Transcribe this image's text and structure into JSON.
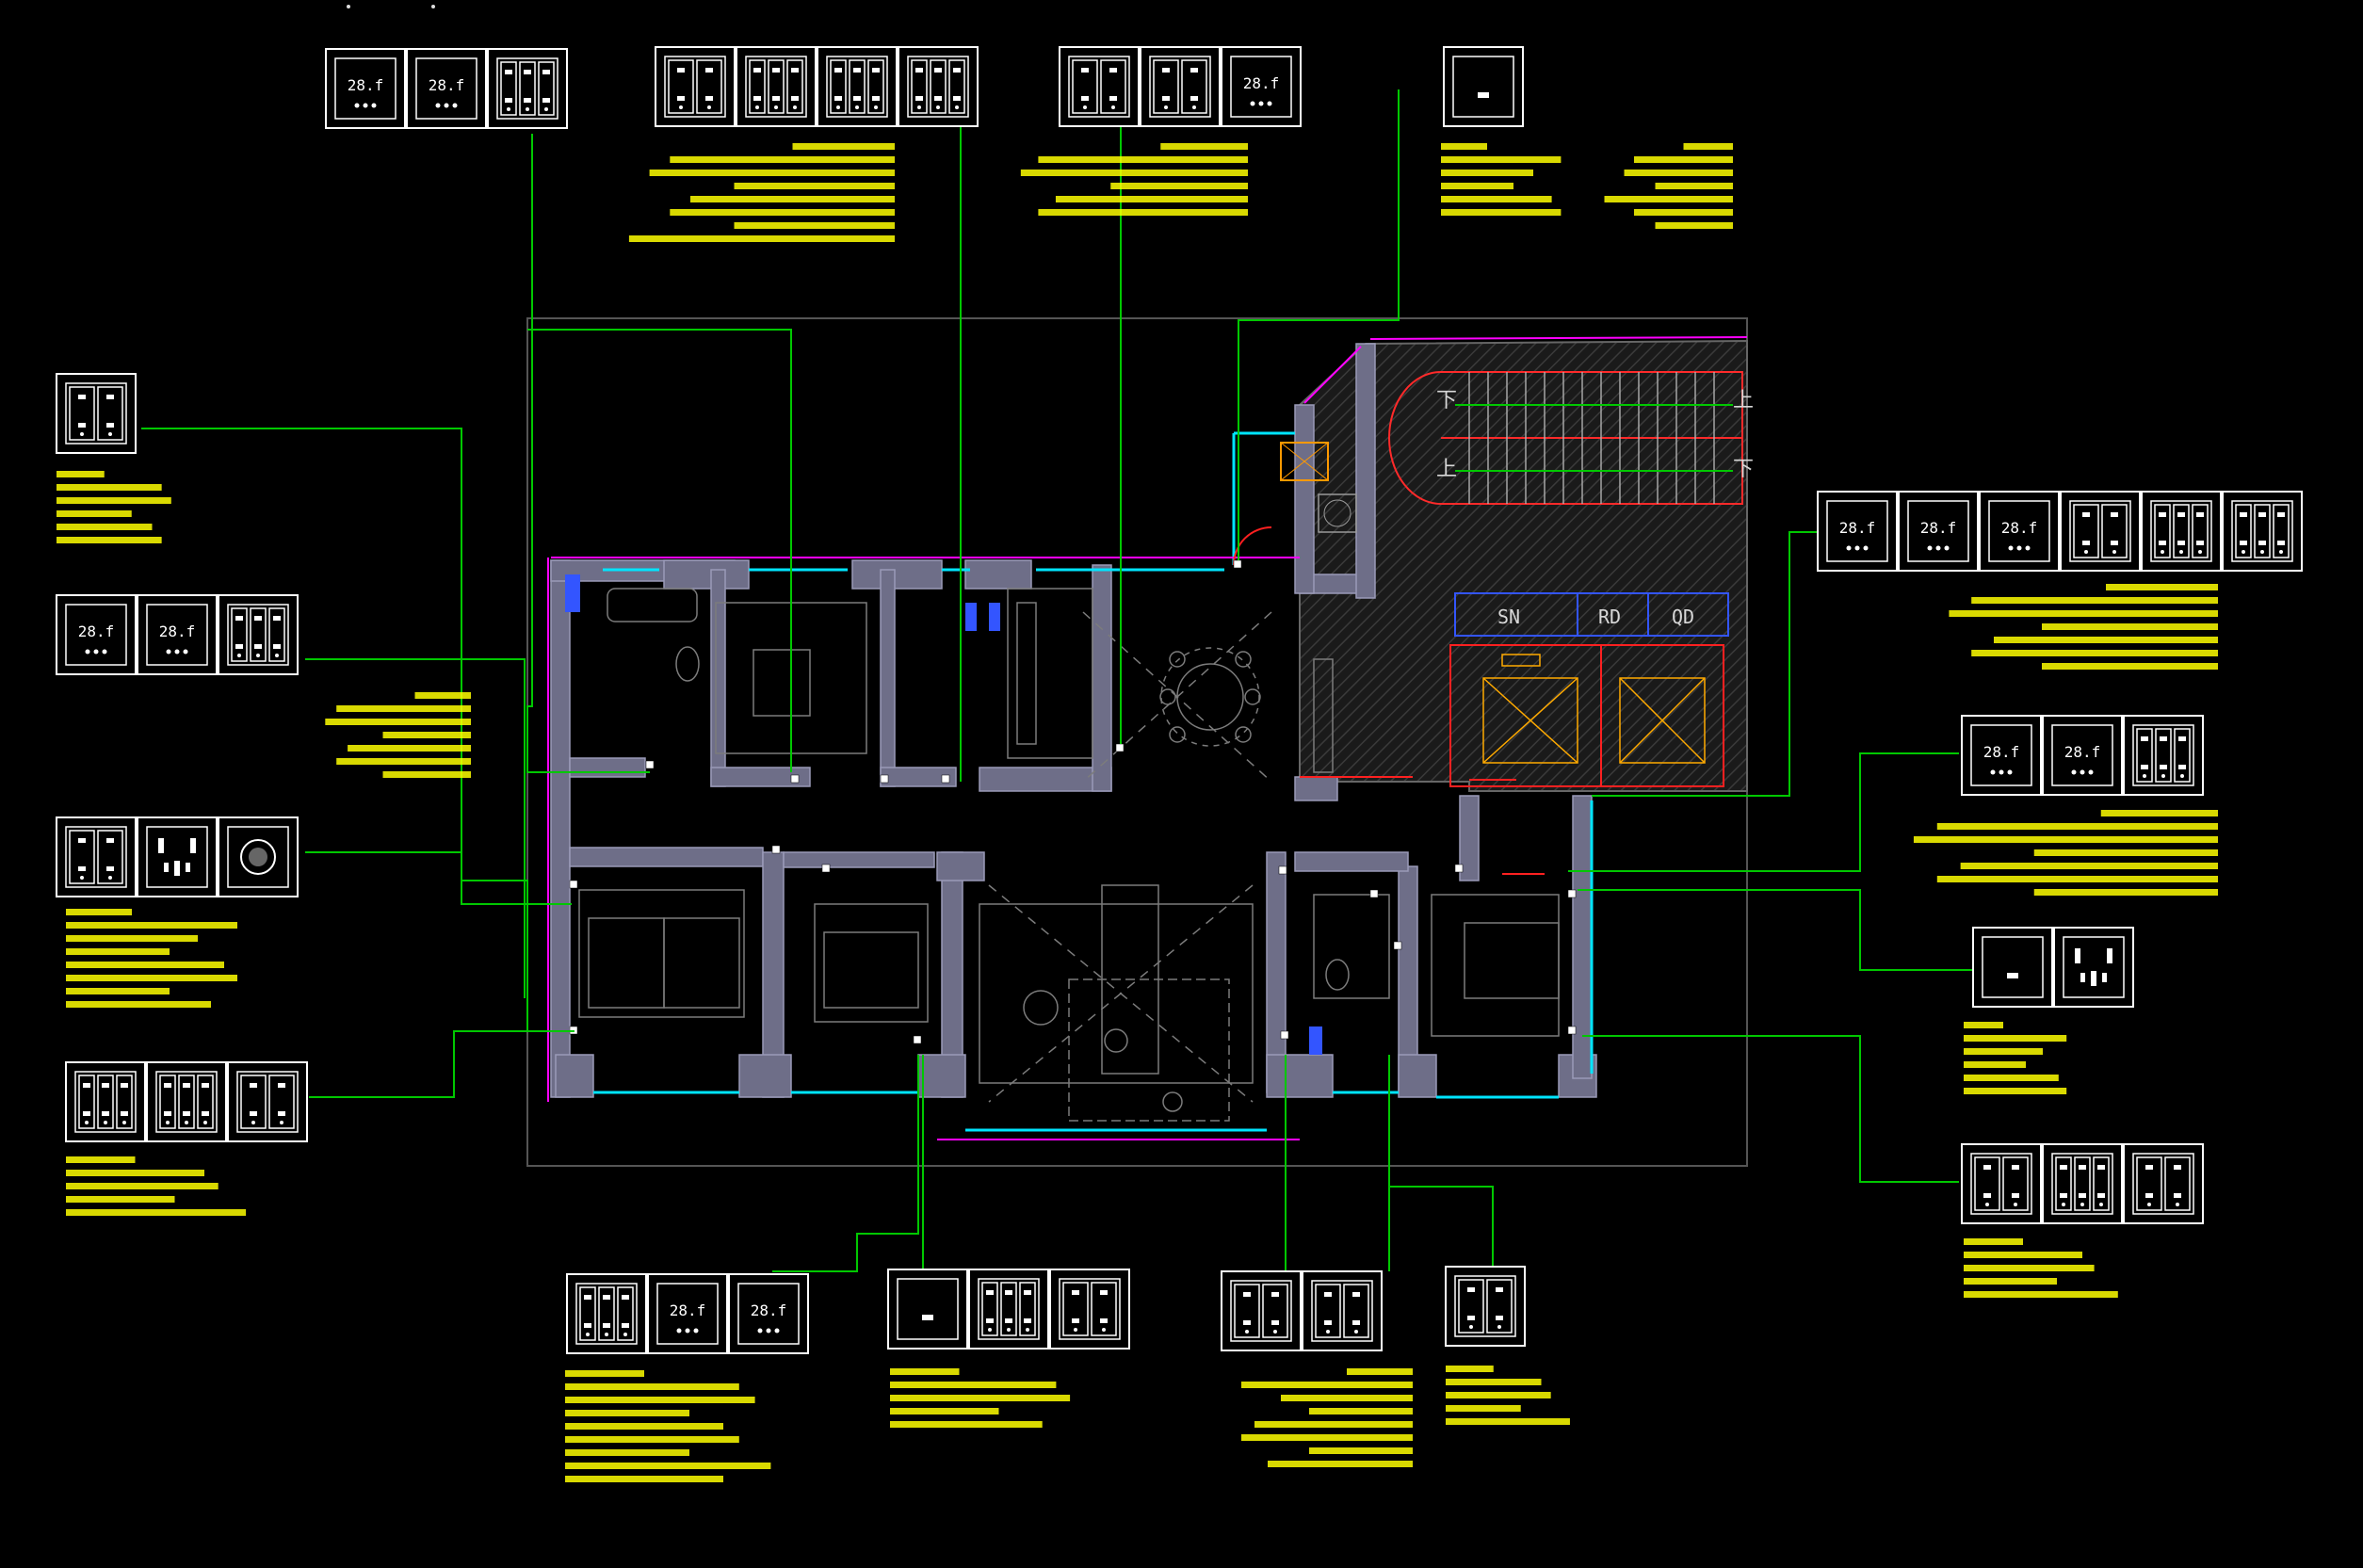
{
  "colors": {
    "background": "#000000",
    "annotation_text": "#ffff00",
    "leader_line": "#00c800",
    "wall_fill": "#6e6e88",
    "window": "#00e5ff",
    "door": "#ff2020",
    "frame": "#ffffff",
    "accent_magenta": "#ff00ff",
    "furniture": "#7c7c7c",
    "stair": "#ff2a2a"
  },
  "panel_icons": {
    "thermostat_reading": "28.f",
    "glyphs": [
      "thermostat-icon",
      "switch-1gang-icon",
      "switch-2gang-icon",
      "switch-3gang-icon",
      "socket-5hole-icon",
      "round-sensor-icon"
    ]
  },
  "plan_labels": {
    "stair_down_left": "下",
    "stair_up_right": "上",
    "stair_up_left": "上",
    "stair_down_right": "下",
    "cabinet_sn": "SN",
    "cabinet_rd": "RD",
    "cabinet_qd": "QD"
  }
}
